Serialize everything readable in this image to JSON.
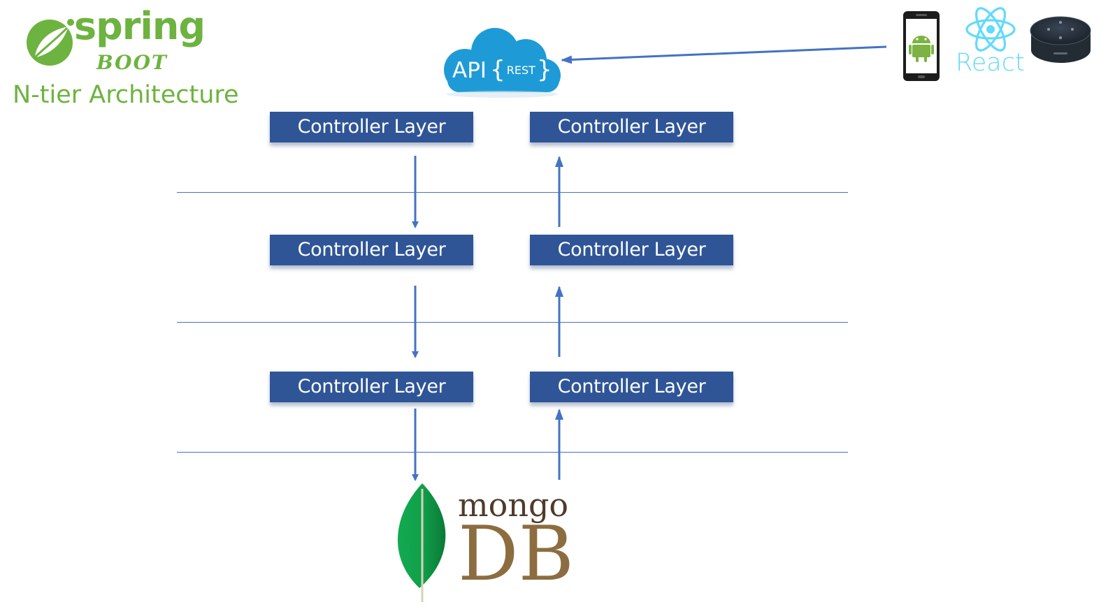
{
  "logo": {
    "spring": "spring",
    "boot": "BOOT",
    "subtitle": "N-tier Architecture"
  },
  "api": {
    "api": "API",
    "rest": "REST",
    "brace_open": "{",
    "brace_close": "}"
  },
  "layers": {
    "left": [
      "Controller Layer",
      "Controller Layer",
      "Controller Layer"
    ],
    "right": [
      "Controller Layer",
      "Controller Layer",
      "Controller Layer"
    ]
  },
  "database": {
    "mongo": "mongo",
    "db": "DB"
  },
  "clients": {
    "react": "React",
    "icons": [
      "android-phone-icon",
      "react-icon",
      "amazon-echo-icon"
    ]
  },
  "colors": {
    "layer_fill": "#2f5597",
    "arrow": "#4472c4",
    "spring_green": "#6db33f",
    "react_blue": "#61dafb",
    "cloud_blue": "#1e9bd7"
  }
}
